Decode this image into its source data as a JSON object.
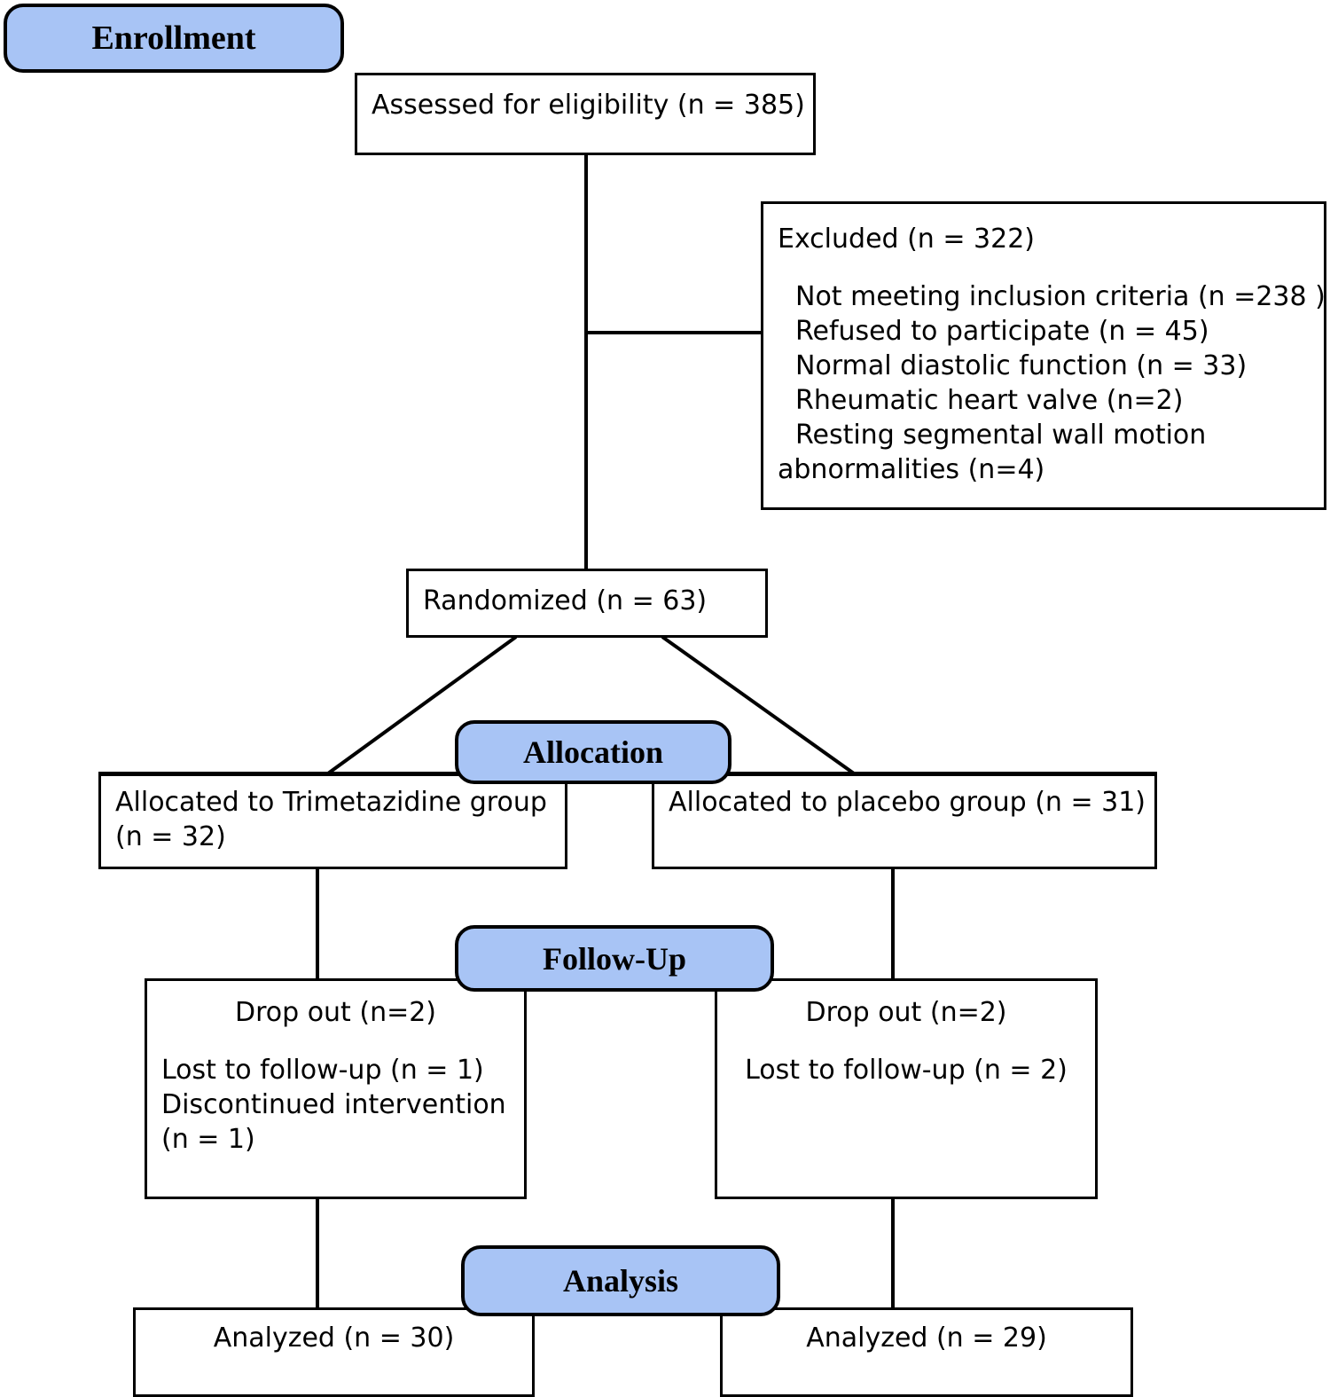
{
  "diagram": {
    "title": "CONSORT participant flow diagram",
    "accent_color": "#a8c4f5",
    "line_color": "#000000",
    "background_color": "#ffffff"
  },
  "stages": {
    "enrollment": "Enrollment",
    "allocation": "Allocation",
    "followup": "Follow-Up",
    "analysis": "Analysis"
  },
  "boxes": {
    "assessed": {
      "line1": "Assessed for eligibility (n = 385)"
    },
    "excluded": {
      "heading": "Excluded (n = 322)",
      "reasons": [
        "Not meeting inclusion criteria (n =238 )",
        "Refused to participate (n = 45)",
        "Normal diastolic function (n = 33)",
        "Rheumatic heart valve (n=2)",
        "Resting segmental wall motion",
        "abnormalities (n=4)"
      ]
    },
    "randomized": {
      "line1": "Randomized (n = 63)"
    },
    "allocated_treatment": {
      "line1": "Allocated to Trimetazidine group",
      "line2": "(n = 32)"
    },
    "allocated_placebo": {
      "line1": "Allocated to placebo group (n = 31)"
    },
    "followup_treatment": {
      "line1": "Drop out (n=2)",
      "line2": "Lost to follow-up (n = 1)",
      "line3": "Discontinued intervention",
      "line4": "(n = 1)"
    },
    "followup_placebo": {
      "line1": "Drop out (n=2)",
      "line2": "Lost to follow-up (n = 2)"
    },
    "analyzed_treatment": {
      "line1": "Analyzed (n = 30)"
    },
    "analyzed_placebo": {
      "line1": "Analyzed (n = 29)"
    }
  }
}
